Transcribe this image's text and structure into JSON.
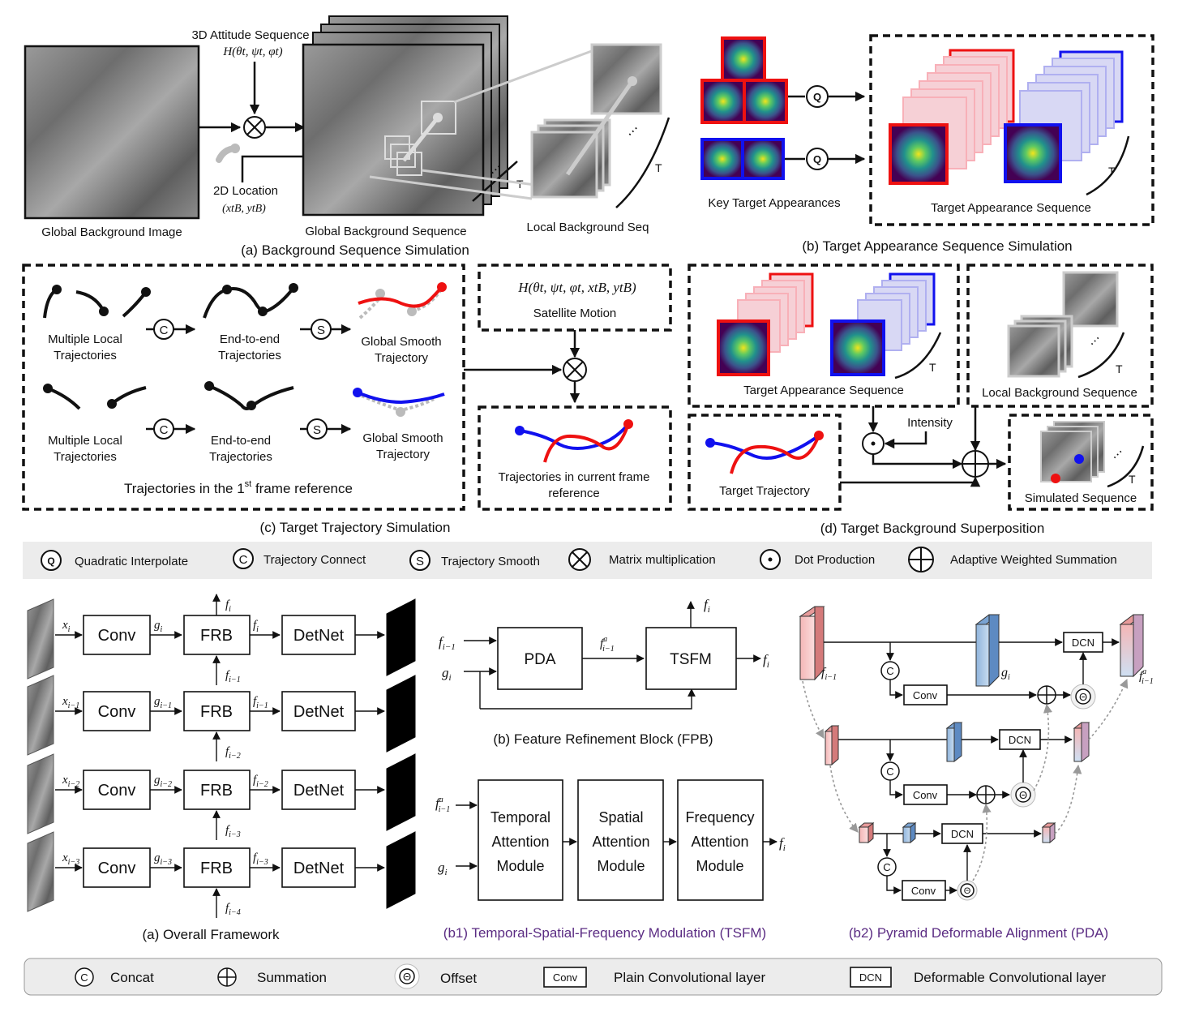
{
  "top": {
    "panel_a": {
      "attitude_label": "3D Attitude  Sequence",
      "attitude_formula": "H(θt, ψt, φt)",
      "location_label": "2D Location",
      "location_formula": "(xtB, ytB)",
      "global_bg_image": "Global Background Image",
      "global_bg_seq": "Global Background Sequence",
      "local_bg_seq": "Local Background Seq",
      "t_label": "T",
      "dots": "⋯",
      "caption": "(a) Background Sequence Simulation"
    },
    "panel_b": {
      "q_symbol": "Q",
      "key_target": "Key Target Appearances",
      "target_seq": "Target Appearance Sequence",
      "t_label": "T",
      "caption": "(b) Target Appearance Sequence Simulation"
    },
    "panel_c": {
      "multiple_local": "Multiple  Local",
      "trajectories": "Trajectories",
      "end_to_end": "End-to-end",
      "global_smooth": "Global Smooth",
      "trajectory": "Trajectory",
      "c_symbol": "C",
      "s_symbol": "S",
      "first_frame_a": "Trajectories in the 1",
      "first_frame_sup": "st",
      "first_frame_b": " frame reference",
      "motion_formula": "H(θt, ψt, φt, xtB, ytB)",
      "satellite_motion": "Satellite Motion",
      "current_frame_1": "Trajectories in current frame",
      "current_frame_2": "reference",
      "caption": "(c) Target Trajectory Simulation"
    },
    "panel_d": {
      "target_seq": "Target Appearance Sequence",
      "local_bg_seq": "Local Background Sequence",
      "intensity": "Intensity",
      "target_traj": "Target Trajectory",
      "simulated": "Simulated Sequence",
      "t_label": "T",
      "caption": "(d) Target Background Superposition"
    },
    "legend": {
      "q_symbol": "Q",
      "c_symbol": "C",
      "s_symbol": "S",
      "quadratic": "Quadratic Interpolate",
      "connect": "Trajectory Connect",
      "smooth": "Trajectory Smooth",
      "matmul": "Matrix multiplication",
      "dot": "Dot Production",
      "weighted": "Adaptive Weighted Summation"
    }
  },
  "bottom": {
    "framework": {
      "conv": "Conv",
      "frb": "FRB",
      "detnet": "DetNet",
      "caption": "(a) Overall Framework"
    },
    "frb_block": {
      "pda": "PDA",
      "tsfm": "TSFM",
      "caption": "(b) Feature Refinement Block (FPB)"
    },
    "tsfm_block": {
      "m1": [
        "Temporal",
        "Attention",
        "Module"
      ],
      "m2": [
        "Spatial",
        "Attention",
        "Module"
      ],
      "m3": [
        "Frequency",
        "Attention",
        "Module"
      ],
      "caption": "(b1) Temporal-Spatial-Frequency Modulation (TSFM)"
    },
    "pda_block": {
      "dcn": "DCN",
      "conv": "Conv",
      "c_symbol": "C",
      "theta": "Θ",
      "caption": "(b2) Pyramid Deformable Alignment  (PDA)"
    },
    "legend": {
      "c_symbol": "C",
      "theta": "Θ",
      "conv_box": "Conv",
      "dcn_box": "DCN",
      "concat": "Concat",
      "summation": "Summation",
      "offset": "Offset",
      "plain_conv": "Plain Convolutional layer",
      "deform_conv": "Deformable Convolutional layer"
    }
  }
}
